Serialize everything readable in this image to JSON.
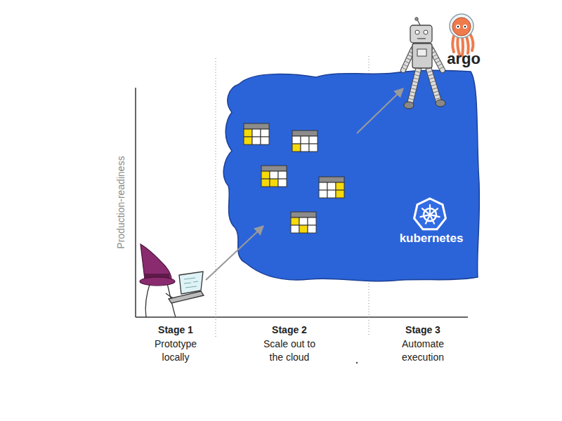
{
  "diagram": {
    "nodes": [
      {
        "text": [
          "kubernetes"
        ]
      }
    ],
    "labels": [
      "Production-readiness",
      "Stage 1",
      "Prototype locally",
      "Stage 2",
      "Scale out to the cloud",
      "Stage 3",
      "Automate execution",
      "argo"
    ]
  }
}
